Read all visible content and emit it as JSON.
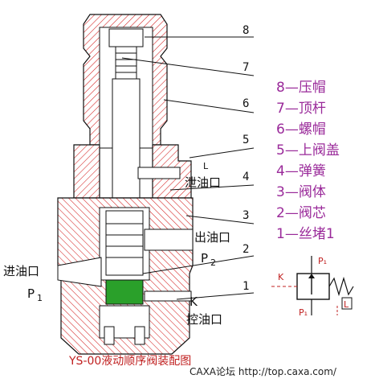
{
  "callouts": [
    "8",
    "7",
    "6",
    "5",
    "4",
    "3",
    "2",
    "1"
  ],
  "legend": [
    "8—压帽",
    "7—顶杆",
    "6—螺帽",
    "5—上阀盖",
    "4—弹簧",
    "3—阀体",
    "2—阀芯",
    "1—丝堵1"
  ],
  "ports": {
    "drain": "泄油口",
    "drain_letter": "L",
    "outlet": "出油口",
    "outlet_p": "P",
    "outlet_sub": "2",
    "inlet": "进油口",
    "inlet_p": "P",
    "inlet_sub": "1",
    "control": "控油口",
    "control_letter": "K"
  },
  "symbol": {
    "p1_top": "P₁",
    "k": "K",
    "p1_bottom": "P₁",
    "l": "L"
  },
  "caption": "YS-00液动顺序阀装配图",
  "watermark": "CAXA论坛 http://top.caxa.com/",
  "colors": {
    "hatch": "#d42020",
    "line": "#111111",
    "legend_text": "#9a2a9a",
    "caption": "#c02020",
    "valve_fill": "#2aa02a"
  }
}
